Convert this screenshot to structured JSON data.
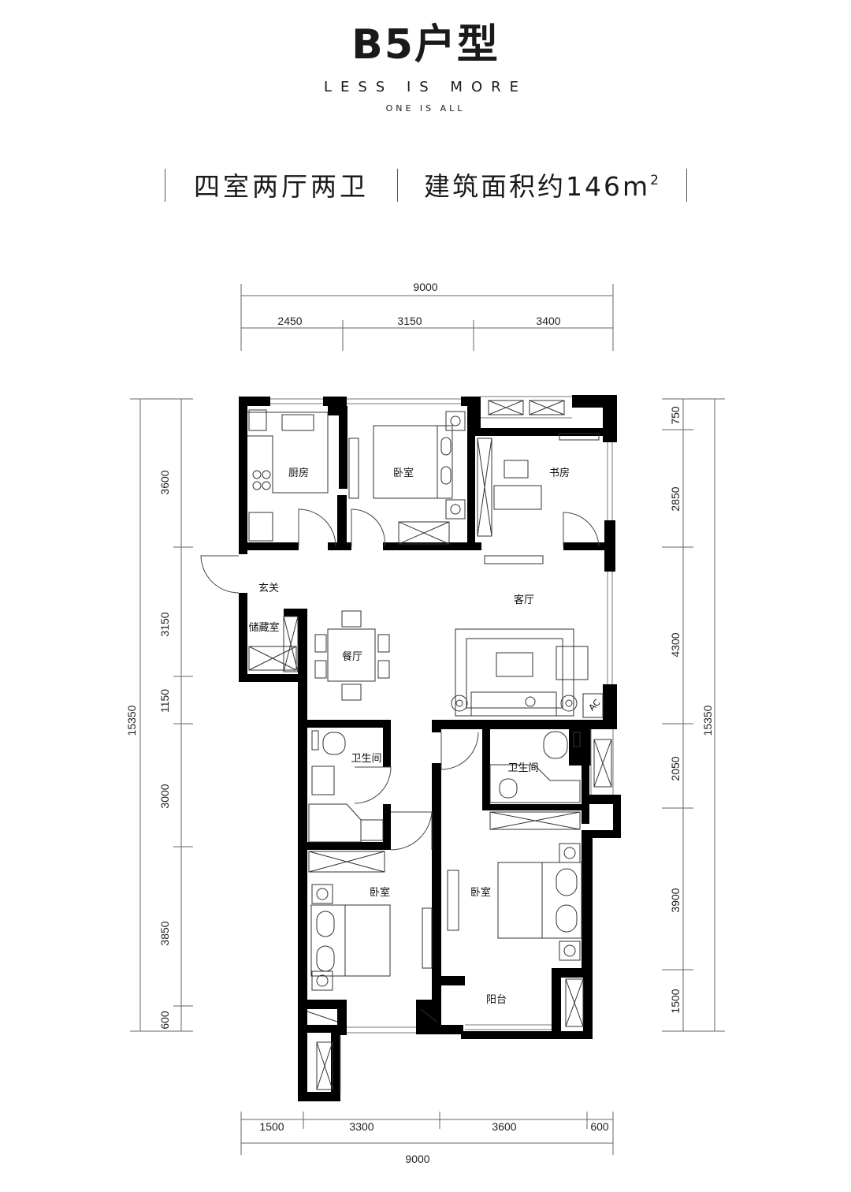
{
  "header": {
    "title": "B5户型",
    "tagline": "LESS IS MORE",
    "subtagline": "ONE IS ALL",
    "layout": "四室两厅两卫",
    "area_prefix": "建筑面积约146m",
    "area_sup": "2"
  },
  "dims": {
    "top_total": "9000",
    "top_1": "2450",
    "top_2": "3150",
    "top_3": "3400",
    "bottom_1": "1500",
    "bottom_2": "3300",
    "bottom_3": "3600",
    "bottom_4": "600",
    "bottom_total": "9000",
    "left_1": "3600",
    "left_2": "3150",
    "left_3": "1150",
    "left_4": "3000",
    "left_5": "3850",
    "left_6": "600",
    "left_total": "15350",
    "right_1": "750",
    "right_2": "2850",
    "right_3": "4300",
    "right_4": "2050",
    "right_5": "3900",
    "right_6": "1500",
    "right_total": "15350"
  },
  "rooms": {
    "kitchen": "厨房",
    "bedroom_top": "卧室",
    "study": "书房",
    "foyer": "玄关",
    "living": "客厅",
    "storage": "储藏室",
    "dining": "餐厅",
    "bath_left": "卫生间",
    "bath_right": "卫生间",
    "bedroom_left": "卧室",
    "bedroom_right": "卧室",
    "balcony": "阳台",
    "ac_mark": "AC"
  }
}
